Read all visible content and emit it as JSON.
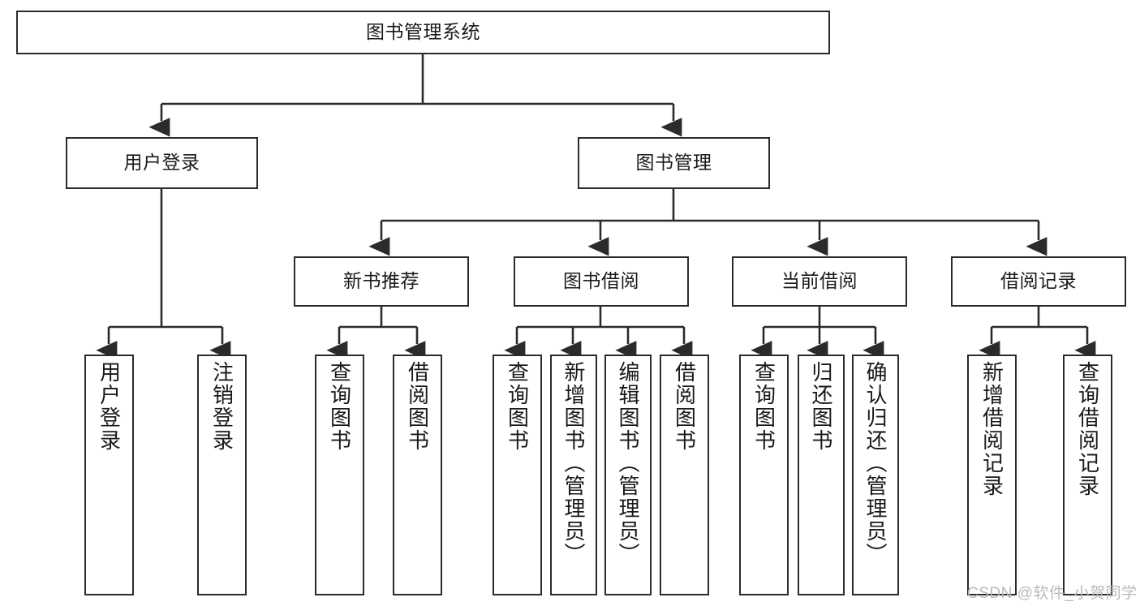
{
  "diagram": {
    "title": "图书管理系统",
    "type": "tree-hierarchy",
    "root": {
      "label": "图书管理系统"
    },
    "level2": [
      {
        "label": "用户登录"
      },
      {
        "label": "图书管理"
      }
    ],
    "level3": [
      {
        "label": "新书推荐"
      },
      {
        "label": "图书借阅"
      },
      {
        "label": "当前借阅"
      },
      {
        "label": "借阅记录"
      }
    ],
    "leaves": {
      "user_login": [
        {
          "label": "用户登录"
        },
        {
          "label": "注销登录"
        }
      ],
      "new_book_recommend": [
        {
          "label": "查询图书"
        },
        {
          "label": "借阅图书"
        }
      ],
      "book_borrow": [
        {
          "label": "查询图书"
        },
        {
          "label": "新增图书（管理员）"
        },
        {
          "label": "编辑图书（管理员）"
        },
        {
          "label": "借阅图书"
        }
      ],
      "current_borrow": [
        {
          "label": "查询图书"
        },
        {
          "label": "归还图书"
        },
        {
          "label": "确认归还（管理员）"
        }
      ],
      "borrow_record": [
        {
          "label": "新增借阅记录"
        },
        {
          "label": "查询借阅记录"
        }
      ]
    },
    "colors": {
      "stroke": "#2b2b2b",
      "fill": "#ffffff",
      "text": "#1a1a1a",
      "watermark": "#b9b9b9"
    }
  },
  "watermark": {
    "text": "CSDN @软件_小贺同学"
  }
}
